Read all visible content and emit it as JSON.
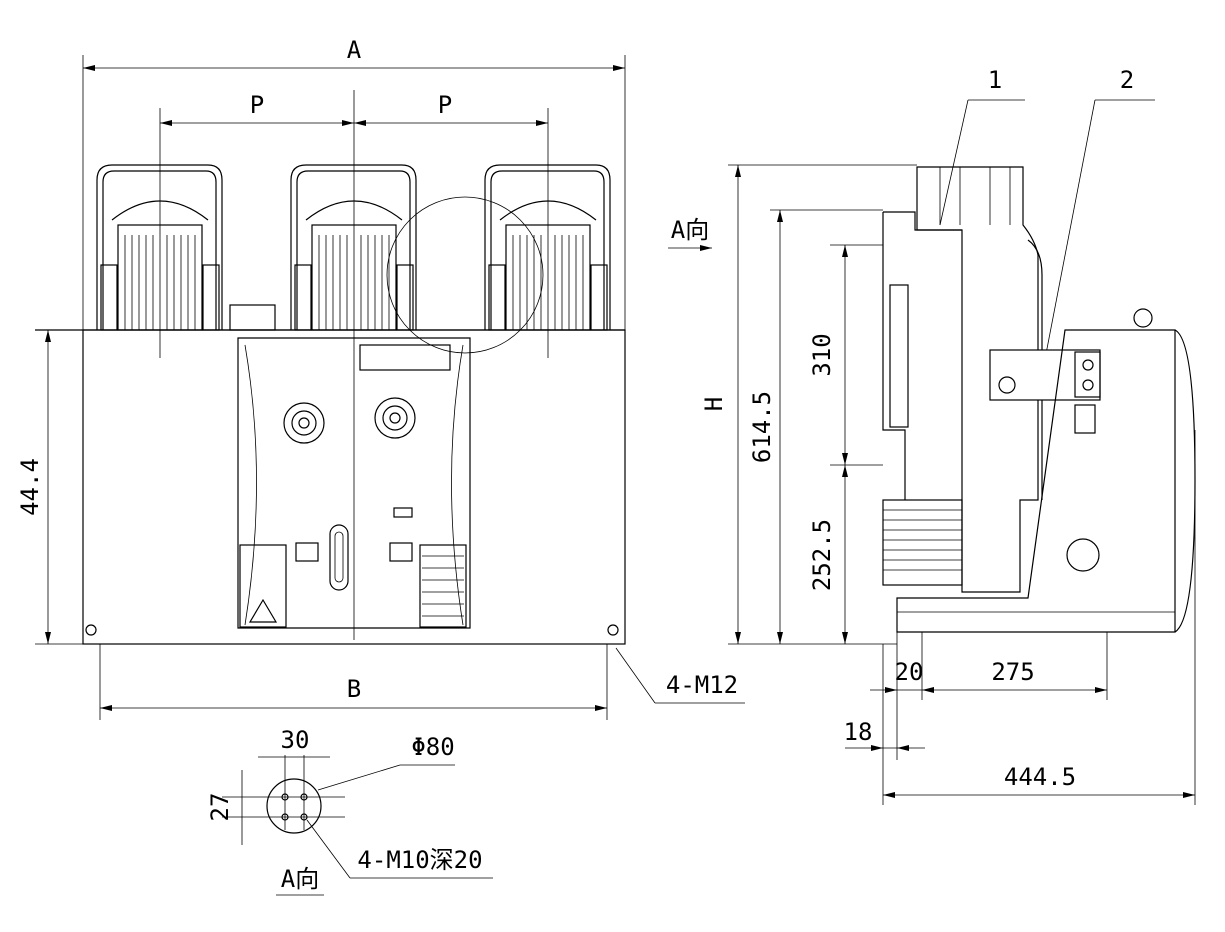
{
  "front_view": {
    "dim_width_top": "A",
    "dim_pitch_left": "P",
    "dim_pitch_right": "P",
    "dim_width_bottom": "B",
    "dim_height_left": "44.4",
    "bolt_callout": "4-M12"
  },
  "side_view": {
    "callout_1": "1",
    "callout_2": "2",
    "view_arrow_label": "A向",
    "dim_height_total": "H",
    "dim_height_body": "614.5",
    "dim_upper": "310",
    "dim_lower": "252.5",
    "dim_offset_20": "20",
    "dim_275": "275",
    "dim_18": "18",
    "dim_depth": "444.5"
  },
  "detail_a": {
    "dim_spacing_x": "30",
    "dim_spacing_y": "27",
    "dim_diameter": "Φ80",
    "hole_callout": "4-M10深20",
    "view_label": "A向"
  }
}
